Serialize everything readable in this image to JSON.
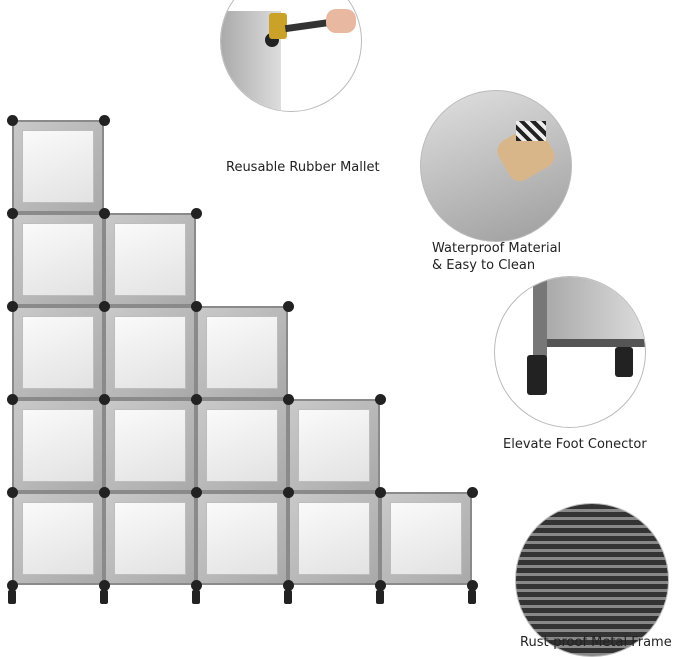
{
  "features": [
    {
      "id": "mallet",
      "label": "Reusable Rubber Mallet"
    },
    {
      "id": "waterproof",
      "label_line1": "Waterproof Material",
      "label_line2": "& Easy to Clean"
    },
    {
      "id": "foot",
      "label": "Elevate Foot Conector"
    },
    {
      "id": "frame",
      "label": "Rust-proof Metal Frame"
    }
  ],
  "product": {
    "columns_heights": [
      5,
      4,
      3,
      2,
      1
    ]
  }
}
